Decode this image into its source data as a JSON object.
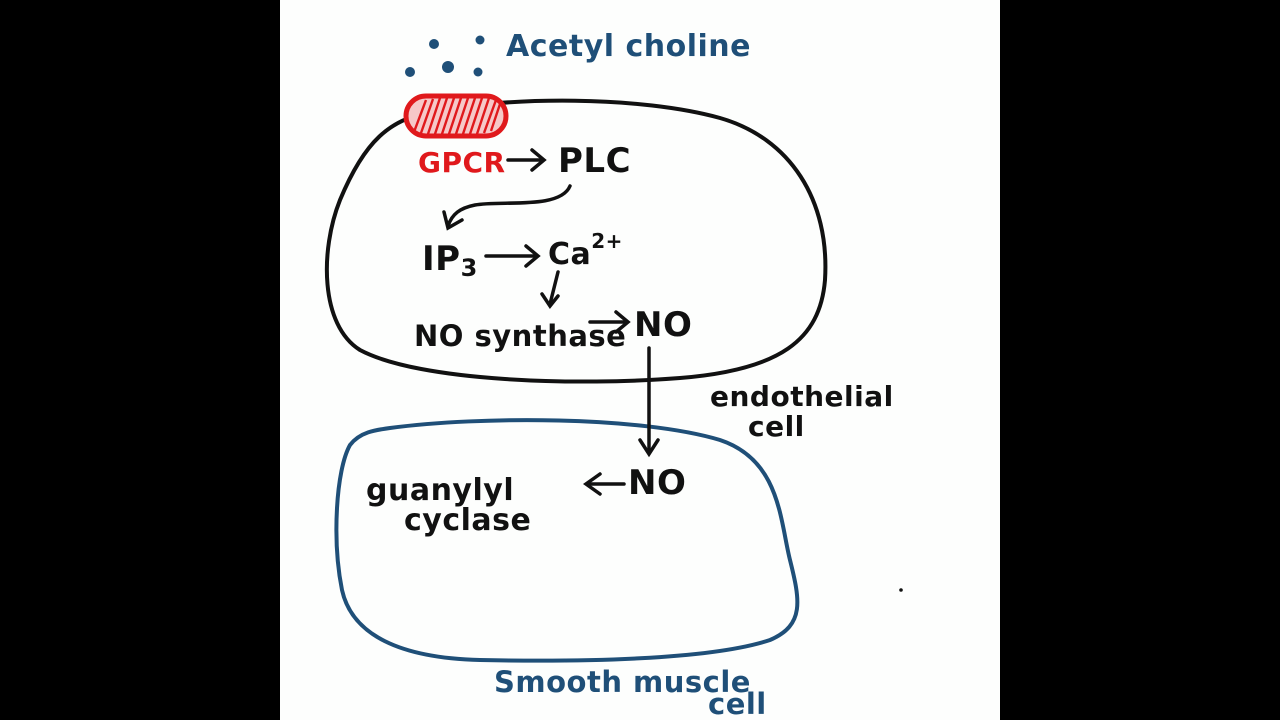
{
  "labels": {
    "ligand": "Acetyl choline",
    "receptor": "GPCR",
    "enzyme_plc": "PLC",
    "messenger_ip3": "IP",
    "messenger_ip3_sub": "3",
    "ion": "Ca",
    "ion_charge": "2+",
    "enzyme_nos": "NO synthase",
    "product_no": "NO",
    "endothelial_label_line1": "endothelial",
    "endothelial_label_line2": "cell",
    "target_no": "NO",
    "guanylyl_line1": "guanylyl",
    "guanylyl_line2": "cyclase",
    "smooth_label_line1": "Smooth muscle",
    "smooth_label_line2": "cell"
  },
  "colors": {
    "ink": "#111111",
    "blue": "#1f4f78",
    "red": "#e0191c",
    "paper": "#fdfefd",
    "frame": "#000000"
  }
}
